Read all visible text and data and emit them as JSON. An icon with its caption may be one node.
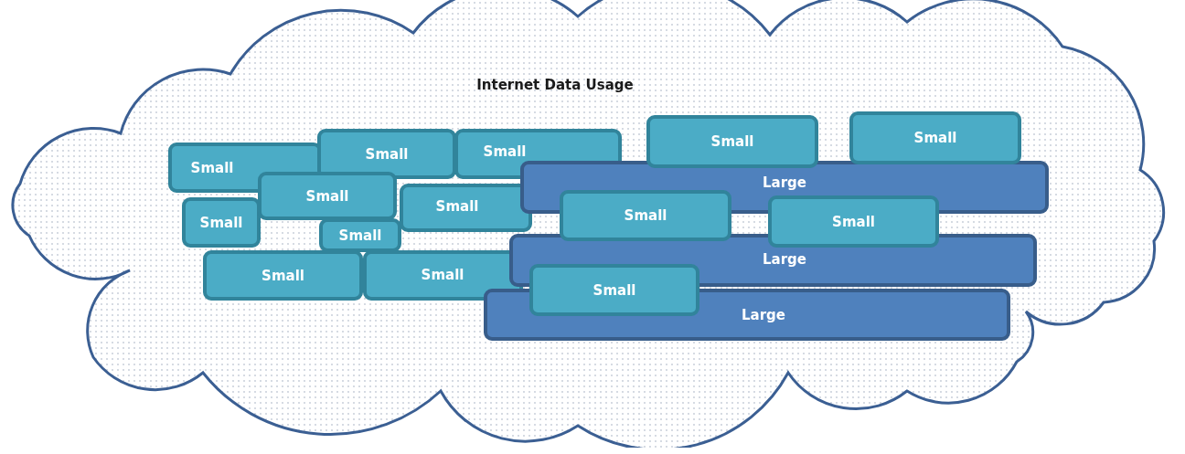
{
  "diagram": {
    "nodes": [
      {
        "text": [
          "Internet Data Usage"
        ]
      },
      {
        "text": [
          "Small"
        ],
        "in": 0
      },
      {
        "text": [
          "Small"
        ],
        "in": 0
      },
      {
        "text": [
          "Small"
        ],
        "in": 0
      },
      {
        "text": [
          "Small"
        ],
        "in": 0
      },
      {
        "text": [
          "Small"
        ],
        "in": 0
      },
      {
        "text": [
          "Large"
        ],
        "in": 0
      },
      {
        "text": [
          "Small"
        ],
        "in": 0
      },
      {
        "text": [
          "Small"
        ],
        "in": 0
      },
      {
        "text": [
          "Small"
        ],
        "in": 0
      },
      {
        "text": [
          "Small"
        ],
        "in": 0
      },
      {
        "text": [
          "Small"
        ],
        "in": 0
      },
      {
        "text": [
          "Small"
        ],
        "in": 0
      },
      {
        "text": [
          "Large"
        ],
        "in": 0
      },
      {
        "text": [
          "Small"
        ],
        "in": 0
      },
      {
        "text": [
          "Small"
        ],
        "in": 0
      },
      {
        "text": [
          "Small"
        ],
        "in": 0
      },
      {
        "text": [
          "Large"
        ],
        "in": 0
      }
    ]
  }
}
